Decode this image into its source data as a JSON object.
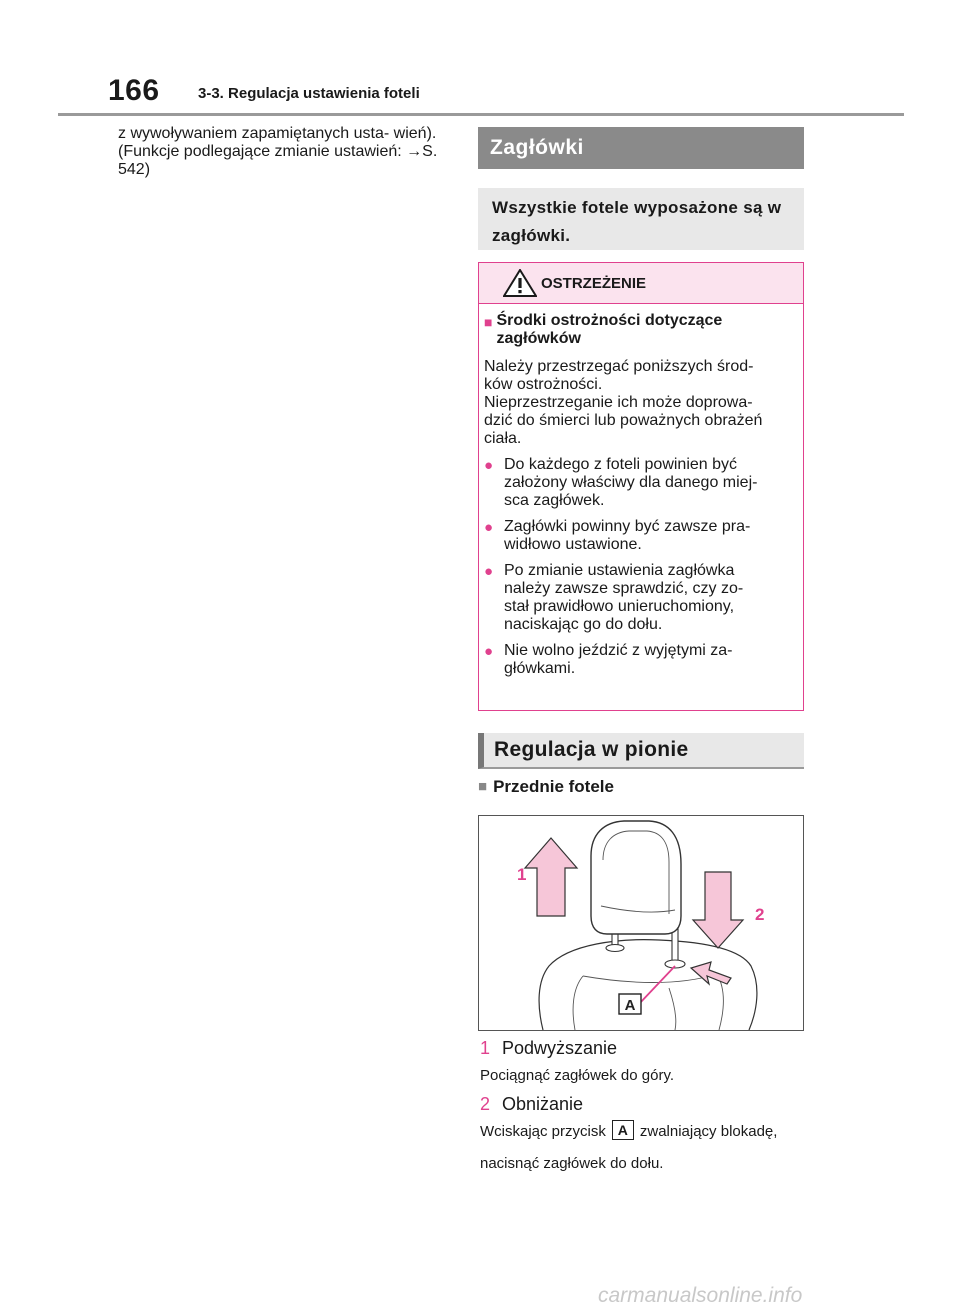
{
  "header": {
    "page_number": "166",
    "section_title": "3-3. Regulacja ustawienia foteli"
  },
  "left_column": {
    "text": "z wywoływaniem zapamiętanych usta- wień). (Funkcje podlegające zmianie ustawień: →S. 542)"
  },
  "headrests": {
    "title": "Zagłówki",
    "summary": "Wszystkie fotele wyposażone są w zagłówki."
  },
  "warning": {
    "label": "OSTRZEŻENIE",
    "title": "Środki ostrożności dotyczące zagłówków",
    "intro": "Należy przestrzegać poniższych środ-\nków ostrożności.\nNieprzestrzeganie ich może doprowa-\ndzić do śmierci lub poważnych obrażeń\nciała.",
    "bullets": [
      "Do każdego z foteli powinien być\nzałożony właściwy dla danego miej-\nsca zagłówek.",
      "Zagłówki powinny być zawsze pra-\nwidłowo ustawione.",
      "Po zmianie ustawienia zagłówka\nnależy zawsze sprawdzić, czy zo-\nstał prawidłowo unieruchomiony,\nnaciskając go do dołu.",
      "Nie wolno jeździć z wyjętymi za-\ngłówkami."
    ]
  },
  "vertical": {
    "title": "Regulacja w pionie",
    "subhead": "Przednie fotele",
    "figure": {
      "label_1": "1",
      "label_2": "2",
      "label_a": "A"
    },
    "steps": [
      {
        "num": "1",
        "title": "Podwyższanie",
        "desc": "Pociągnąć zagłówek do góry."
      },
      {
        "num": "2",
        "title": "Obniżanie",
        "desc_before": "Wciskając przycisk",
        "button": "A",
        "desc_after": "zwalniający blokadę, nacisnąć zagłówek do dołu."
      }
    ]
  },
  "footer": {
    "watermark": "carmanualsonline.info"
  },
  "colors": {
    "accent": "#e0418e",
    "arrow_fill": "#f6c6d8",
    "title_bar": "#8a8a8a"
  }
}
